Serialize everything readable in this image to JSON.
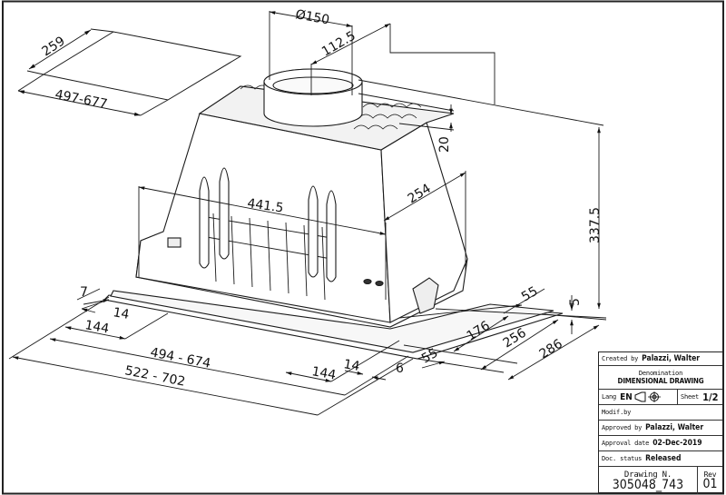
{
  "drawing": {
    "type": "dimensional-drawing",
    "subject": "built-in cooker hood insert (isometric view)",
    "units": "mm",
    "border_color": "#222222",
    "line_color": "#1a1a1a",
    "background": "#ffffff"
  },
  "dimensions": {
    "cutout_depth": "259",
    "cutout_width": "497-677",
    "duct_diameter": "Ø150",
    "duct_offset": "112.5",
    "duct_collar_height": "20",
    "total_height": "337.5",
    "body_width": "441.5",
    "body_depth": "254",
    "flange_thickness": "5",
    "left_small": "7",
    "left_14": "14",
    "left_144": "144",
    "inner_width": "494  -  674",
    "outer_width": "522  -  702",
    "front_144": "144",
    "front_14": "14",
    "front_6": "6",
    "front_55": "55",
    "side_55": "55",
    "side_176": "176",
    "side_256": "256",
    "side_286": "286"
  },
  "title_block": {
    "created_by_label": "Created by",
    "created_by_value": "Palazzi, Walter",
    "denomination_label": "Denomination",
    "denomination_value": "DIMENSIONAL  DRAWING",
    "lang_label": "Lang",
    "lang_value": "EN",
    "projection_icon": "first-angle-projection-icon",
    "sheet_label": "Sheet",
    "sheet_value": "1/2",
    "modif_label": "Modif.by",
    "modif_value": "",
    "approved_by_label": "Approved by",
    "approved_by_value": "Palazzi, Walter",
    "approval_date_label": "Approval date",
    "approval_date_value": "02-Dec-2019",
    "doc_status_label": "Doc. status",
    "doc_status_value": "Released",
    "drawing_number_label": "Drawing N.",
    "drawing_number_value": "305048_743",
    "rev_label": "Rev",
    "rev_value": "01"
  }
}
